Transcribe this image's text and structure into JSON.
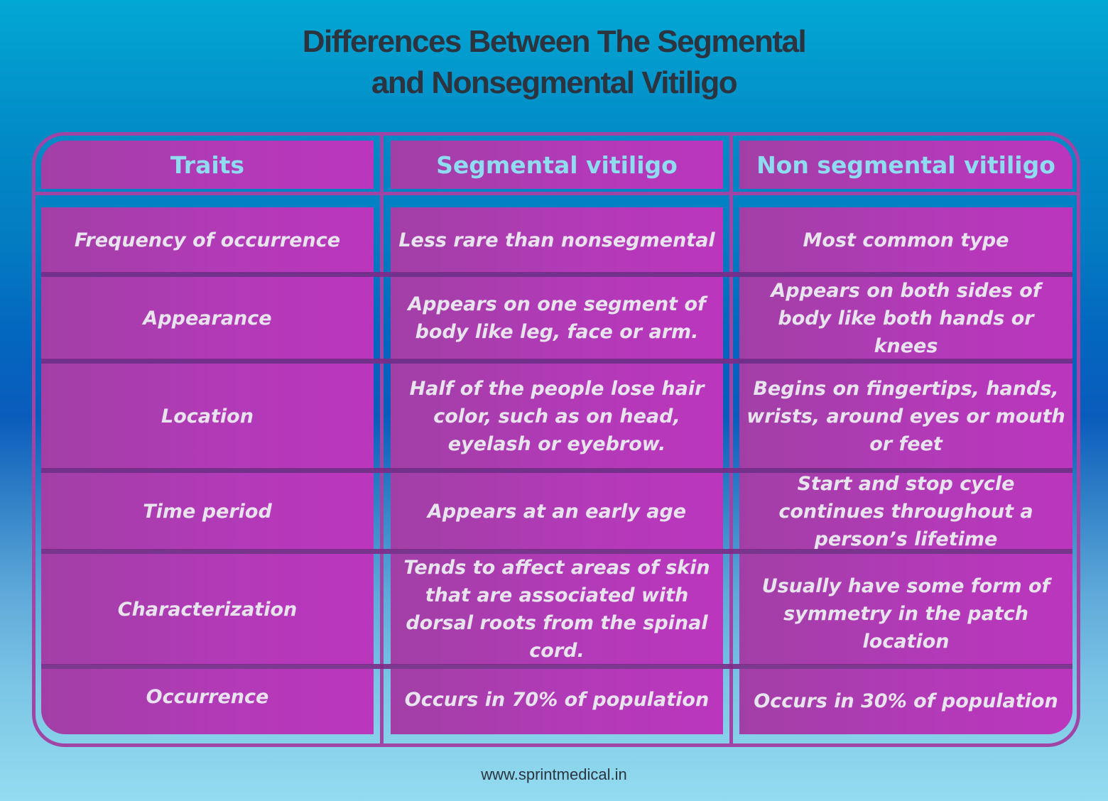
{
  "title": {
    "line1": "Differences Between The Segmental",
    "line2": "and Nonsegmental Vitiligo"
  },
  "table": {
    "headers": [
      "Traits",
      "Segmental vitiligo",
      "Non segmental vitiligo"
    ],
    "rows": [
      {
        "trait": "Frequency of occurrence",
        "segmental": "Less rare than nonsegmental",
        "nonsegmental": "Most common type"
      },
      {
        "trait": "Appearance",
        "segmental": "Appears on one segment of body like leg, face or arm.",
        "nonsegmental": "Appears on both sides of body like both hands or knees"
      },
      {
        "trait": "Location",
        "segmental": "Half of the people lose hair color, such as on head, eyelash or eyebrow.",
        "nonsegmental": "Begins on fingertips, hands, wrists, around eyes or mouth or feet"
      },
      {
        "trait": "Time period",
        "segmental": "Appears at an early age",
        "nonsegmental": "Start and stop cycle continues throughout a person’s lifetime"
      },
      {
        "trait": "Characterization",
        "segmental": "Tends to affect areas of skin that are associated with dorsal roots from the spinal cord.",
        "nonsegmental": "Usually have some form of symmetry in the patch location"
      },
      {
        "trait": "Occurrence",
        "segmental": "Occurs in 70% of population",
        "nonsegmental": "Occurs in 30% of population"
      }
    ]
  },
  "footer": {
    "url": "www.sprintmedical.in"
  },
  "colors": {
    "cell": "#b23ab7",
    "frame": "#a044a6",
    "header_text": "#8fdcf0",
    "body_text": "#e8e4ee",
    "title_text": "#2c3440"
  }
}
